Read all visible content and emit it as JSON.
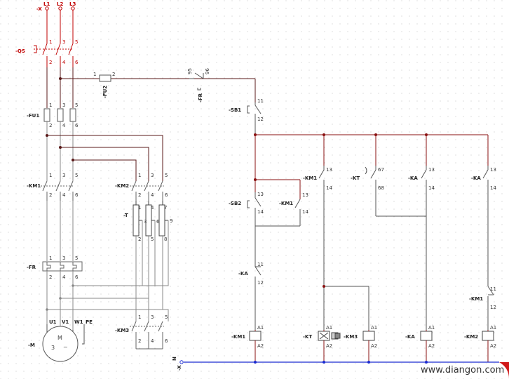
{
  "colors": {
    "power": "#c00000",
    "wire_dark": "#5a1a1a",
    "wire_main": "#8a1010",
    "wire_gray": "#888888",
    "neutral": "#1a2ad0"
  },
  "phases": {
    "x_label": "-X",
    "l1": "L1",
    "l2": "L2",
    "l3": "L3"
  },
  "qs": {
    "name": "-QS",
    "t1": "1",
    "t3": "3",
    "t5": "5",
    "t2": "2",
    "t4": "4",
    "t6": "6"
  },
  "fu1": {
    "name": "-FU1",
    "t1": "1",
    "t3": "3",
    "t5": "5",
    "t2": "2",
    "t4": "4",
    "t6": "6"
  },
  "fu2": {
    "name": "-FU2",
    "t1": "1",
    "t2": "2"
  },
  "fr_contact": {
    "name": "-FR",
    "t95": "95",
    "t96": "96"
  },
  "km1_main": {
    "name": "-KM1",
    "t1": "1",
    "t3": "3",
    "t5": "5",
    "t2": "2",
    "t4": "4",
    "t6": "6"
  },
  "km2_main": {
    "name": "-KM2",
    "t1": "1",
    "t3": "3",
    "t5": "5",
    "t2": "2",
    "t4": "4",
    "t6": "6"
  },
  "transformer": {
    "name": "-T",
    "t1": "1",
    "t2": "2",
    "t3": "3",
    "t4": "4",
    "t5": "5",
    "t6": "6",
    "t7": "7",
    "t8": "8",
    "t9": "9"
  },
  "fr_heater": {
    "name": "-FR",
    "t1": "1",
    "t3": "3",
    "t5": "5",
    "t2": "2",
    "t4": "4",
    "t6": "6"
  },
  "km3_main": {
    "name": "-KM3",
    "t1": "1",
    "t3": "3",
    "t5": "5",
    "t2": "2",
    "t4": "4",
    "t6": "6"
  },
  "motor": {
    "name": "-M",
    "u1": "U1",
    "v1": "V1",
    "w1": "W1",
    "pe": "PE",
    "letter": "M",
    "phase": "3",
    "tilde": "~"
  },
  "sb1": {
    "name": "-SB1",
    "t11": "11",
    "t12": "12"
  },
  "sb2": {
    "name": "-SB2",
    "t13": "13",
    "t14": "14"
  },
  "km1_hold": {
    "name": "-KM1",
    "t13": "13",
    "t14": "14"
  },
  "ka_nc": {
    "name": "-KA",
    "t11": "11",
    "t12": "12"
  },
  "km1_aux2": {
    "name": "-KM1",
    "t13": "13",
    "t14": "14"
  },
  "kt_contact": {
    "name": "-KT",
    "t67": "67",
    "t68": "68"
  },
  "ka_no1": {
    "name": "-KA",
    "t13": "13",
    "t14": "14"
  },
  "ka_no2": {
    "name": "-KA",
    "t13": "13",
    "t14": "14"
  },
  "km1_nc": {
    "name": "-KM1",
    "t11": "11",
    "t12": "12"
  },
  "coils": {
    "km1": {
      "name": "-KM1",
      "a1": "A1",
      "a2": "A2"
    },
    "kt": {
      "name": "-KT",
      "a1": "A1",
      "a2": "A2"
    },
    "km3": {
      "name": "-KM3",
      "a1": "A1",
      "a2": "A2"
    },
    "ka": {
      "name": "-KA",
      "a1": "A1",
      "a2": "A2"
    },
    "km2": {
      "name": "-KM2",
      "a1": "A1",
      "a2": "A2"
    }
  },
  "neutral_label": {
    "n": "N",
    "x": "-X"
  },
  "watermark": "www.diangon.com"
}
